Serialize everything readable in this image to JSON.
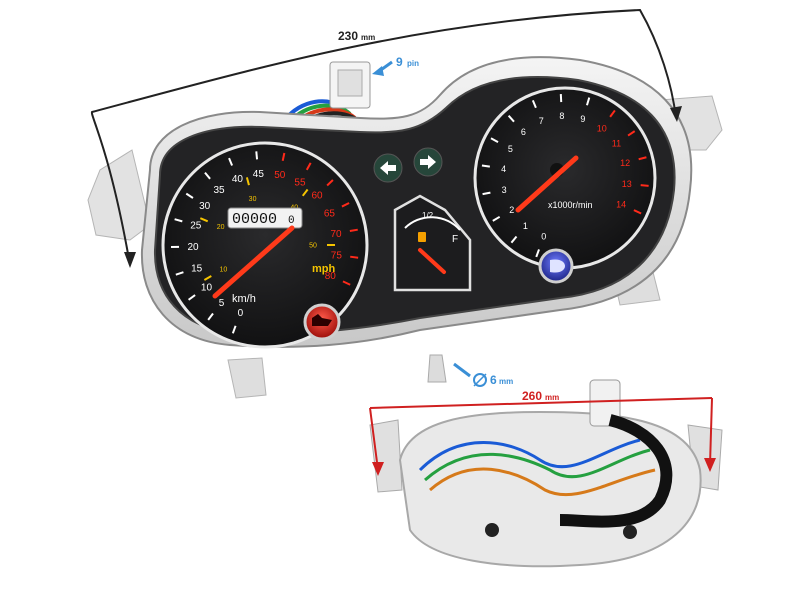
{
  "dimensions": {
    "width_label": "230",
    "width_unit": "mm",
    "pin_label": "9",
    "pin_unit": "pin",
    "hole_label": "6",
    "hole_unit": "mm",
    "back_width_label": "260",
    "back_width_unit": "mm"
  },
  "speedometer": {
    "kmh_ticks": [
      "0",
      "5",
      "10",
      "15",
      "20",
      "25",
      "30",
      "35",
      "40",
      "45",
      "50",
      "55",
      "60",
      "65",
      "70",
      "75",
      "80"
    ],
    "mph_ticks": [
      "10",
      "20",
      "30",
      "40",
      "50"
    ],
    "odometer": "00000",
    "odometer_last": "0",
    "unit_kmh": "km/h",
    "unit_mph": "mph"
  },
  "fuel_gauge": {
    "half_label": "1/2",
    "full_label": "F"
  },
  "tachometer": {
    "ticks": [
      "0",
      "1",
      "2",
      "3",
      "4",
      "5",
      "6",
      "7",
      "8",
      "9",
      "10",
      "11",
      "12",
      "13",
      "14"
    ],
    "unit": "x1000r/min"
  },
  "colors": {
    "needle": "#ff3a1a",
    "dial_bg": "#1e1e20",
    "dimension_line_front": "#222222",
    "dimension_line_back": "#d02020",
    "callout_blue": "#3a8fd6",
    "redline_text": "#ff2a1a",
    "mph_text": "#f5c400"
  },
  "icons": [
    "left-turn-signal-icon",
    "right-turn-signal-icon",
    "oil-warning-icon",
    "high-beam-icon",
    "fuel-pump-icon"
  ]
}
